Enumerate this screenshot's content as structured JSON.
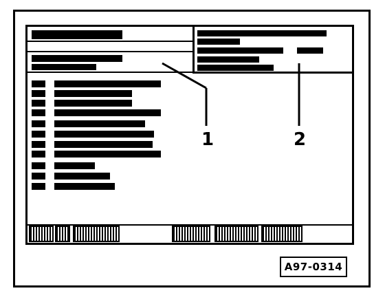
{
  "figure": {
    "callouts": [
      {
        "label": "1"
      },
      {
        "label": "2"
      }
    ],
    "reference_code": "A97-0314"
  }
}
